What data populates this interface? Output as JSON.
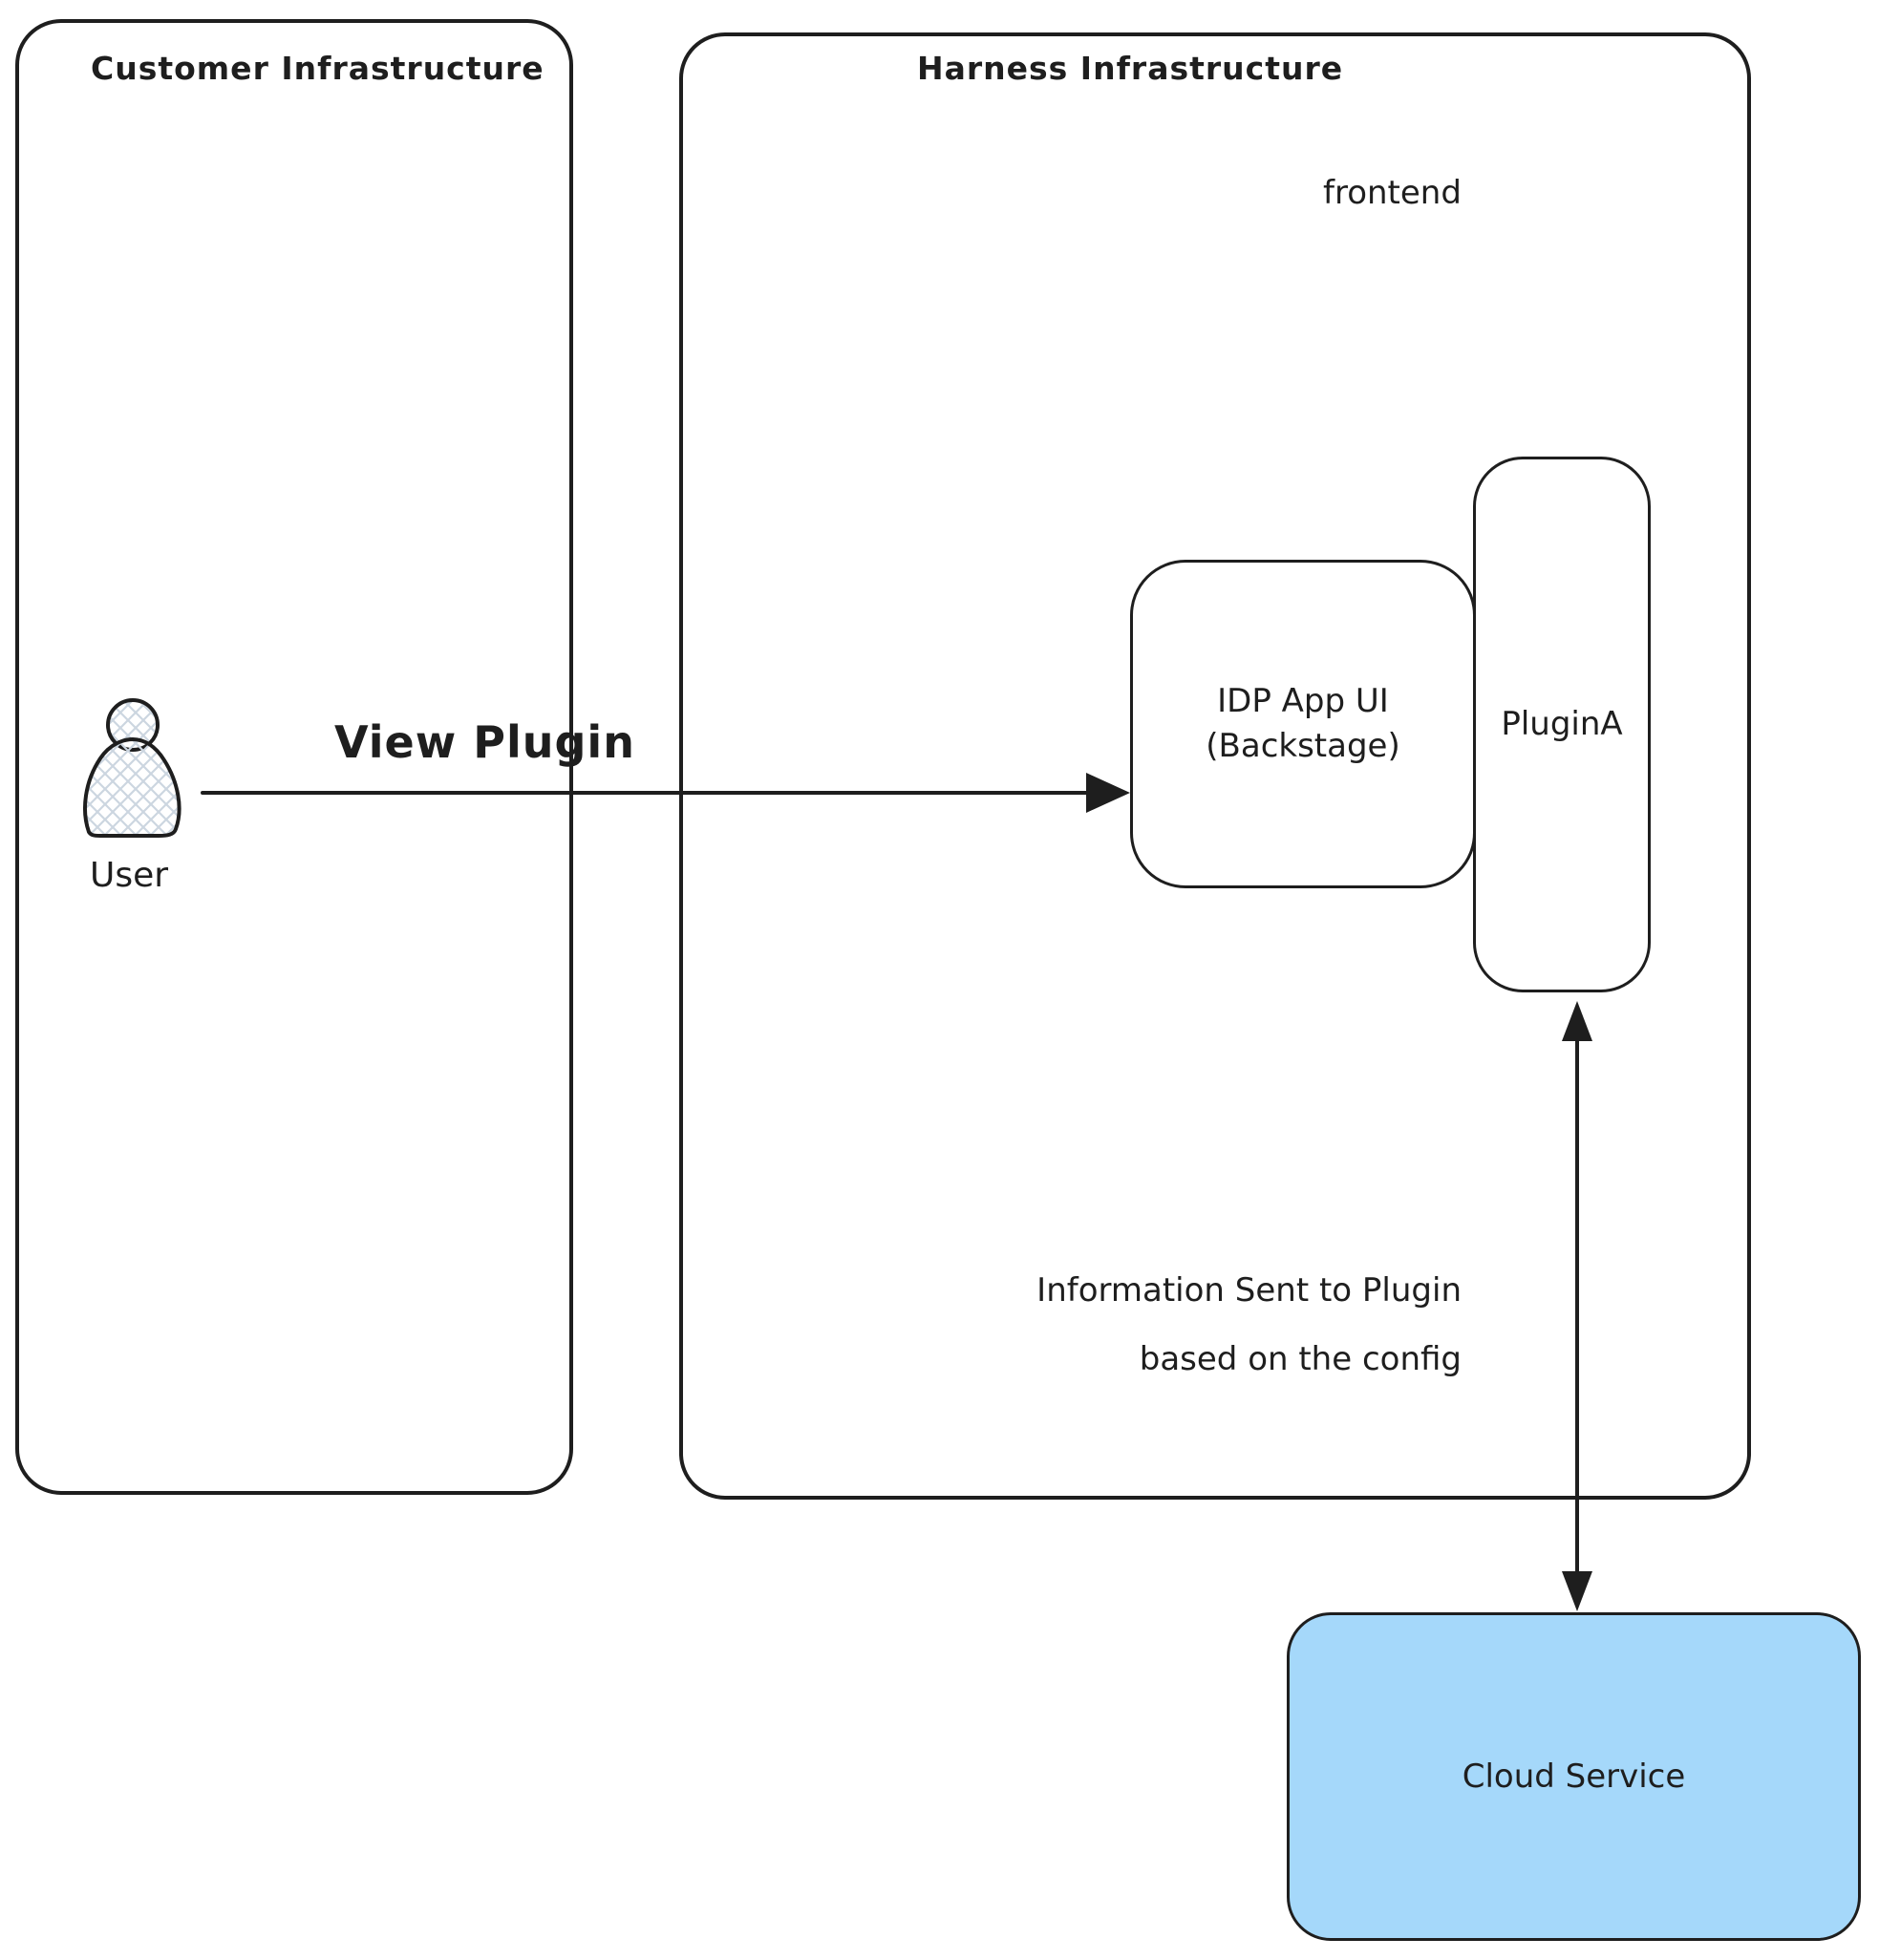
{
  "diagram": {
    "customer_box": {
      "title": "Customer Infrastructure"
    },
    "harness_box": {
      "title": "Harness Infrastructure",
      "sublabel": "frontend"
    },
    "nodes": {
      "idp": {
        "label": "IDP App UI\n(Backstage)"
      },
      "plugin": {
        "label": "PluginA"
      },
      "cloud": {
        "label": "Cloud Service",
        "fill": "#a5d8fa"
      },
      "user": {
        "label": "User"
      }
    },
    "edges": {
      "view_plugin": {
        "label": "View Plugin"
      },
      "info_sent": {
        "label": "Information Sent to Plugin\nbased on the config"
      }
    },
    "colors": {
      "stroke": "#1e1e1e",
      "cloud_fill": "#a5d8fa",
      "hatch": "#ccd6e0"
    }
  }
}
